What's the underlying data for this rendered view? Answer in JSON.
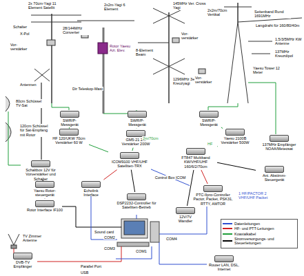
{
  "diagram": {
    "nodes": [
      {
        "text": [
          "SWR/P-Messgerät"
        ]
      },
      {
        "text": [
          "HF 120/UKW 70cm Verstärker 60 W"
        ]
      },
      {
        "text": [
          "Schaltbox 12V für Vorverstärker und Schalter"
        ]
      },
      {
        "text": [
          "Yaesu Rotor-steuergerät"
        ]
      },
      {
        "text": [
          "Rotor Interface IF100"
        ]
      },
      {
        "text": [
          "SWR/P-Messgerät"
        ]
      },
      {
        "text": [
          "GM5-21 2m Verstärker 200W"
        ]
      },
      {
        "text": [
          "ICOM9100 VHF/UHF Satelliten-TRX"
        ]
      },
      {
        "text": [
          "Echolink Interface"
        ]
      },
      {
        "text": [
          "DSP2232-Controller für Satelliten-Betrieb"
        ]
      },
      {
        "text": [
          "12V/7V Wandler"
        ]
      },
      {
        "text": [
          "SWR/P-Messgerät"
        ]
      },
      {
        "text": [
          "Yaesu 2100B Verstärker 500W"
        ]
      },
      {
        "text": [
          "FT847 Multiband KW/VHF/UHF 160/6/2/70cm"
        ]
      },
      {
        "text": [
          "PTC-IIpro-Controller Pactor, Packet, PSK31, RTTY, AMTOR"
        ]
      },
      {
        "text": [
          "Ant. Abstimm-Steuergerät"
        ]
      },
      {
        "text": [
          "137MHz Empfänger NOAA/Meteosat"
        ]
      },
      {
        "text": [
          "DVB-TV Empfänger"
        ]
      },
      {
        "text": [
          "Router LAN, DSL, Internet"
        ]
      }
    ],
    "edges": [
      {
        "from": 0,
        "to": 1,
        "arrow": "none"
      },
      {
        "from": 1,
        "to": 7,
        "arrow": "none"
      },
      {
        "from": 5,
        "to": 6,
        "arrow": "none"
      },
      {
        "from": 6,
        "to": 7,
        "arrow": "none"
      },
      {
        "from": 2,
        "to": 3,
        "arrow": "none"
      },
      {
        "from": 3,
        "to": 4,
        "arrow": "none"
      },
      {
        "from": 11,
        "to": 12,
        "arrow": "none"
      },
      {
        "from": 12,
        "to": 13,
        "arrow": "none"
      },
      {
        "from": 13,
        "to": 14,
        "arrow": "none"
      },
      {
        "from": 7,
        "to": 14,
        "label": "Control Box ICOM",
        "arrow": "none"
      },
      {
        "from": 7,
        "to": 8,
        "arrow": "none"
      },
      {
        "from": 7,
        "to": 9,
        "arrow": "none"
      },
      {
        "from": 13,
        "to": 15,
        "arrow": "none"
      },
      {
        "from": 10,
        "to": 13,
        "arrow": "none"
      }
    ],
    "labels": [
      "2x 70cm-Yagi 11 Element Satellit",
      "2x2m-Yagi 6 Element",
      "Schalter",
      "X-Pol",
      "Vor-verstärker",
      "Antennen",
      "28/144MHz Converter",
      "Rotor Yaesu Azi. Elev.",
      "Dir Teleskop-Mast",
      "145MHz Ver. Cross Yagi",
      "Vor-verstärker",
      "8-Element Beam",
      "1296MHz 3el. Kreuzyagi",
      "2x2m/70cm Vertikal",
      "Seitenband Rund 1691MHz",
      "Langdraht für 160/80/40m",
      "1,5/3/5MHz KW Antenne",
      "Yaesu Tower 12 Meter",
      "137MHz Kreuzdipol",
      "Vor-verstärker",
      "80cm Schüssel TV-Sat",
      "120cm Schüssel für Sat-Empfang mit Rotor",
      "TV Zimmer Antenne",
      "Sound card",
      "COM2",
      "COM3",
      "COM1",
      "COM4",
      "Parallel Port",
      "USB",
      "1 HF/PACTOR 2 VHF/UHF Packet",
      "2m/70cm",
      "HF"
    ],
    "legend": [
      {
        "text": "Datenleitungen",
        "color": "#2f4fd0"
      },
      {
        "text": "HF- und PTT-Leitungen",
        "color": "#d02020"
      },
      {
        "text": "Koaxialkabel",
        "color": "#1f9e3a"
      },
      {
        "text": "Stromversorgungs- und Steuerleitungen",
        "color": "#000000"
      }
    ]
  }
}
